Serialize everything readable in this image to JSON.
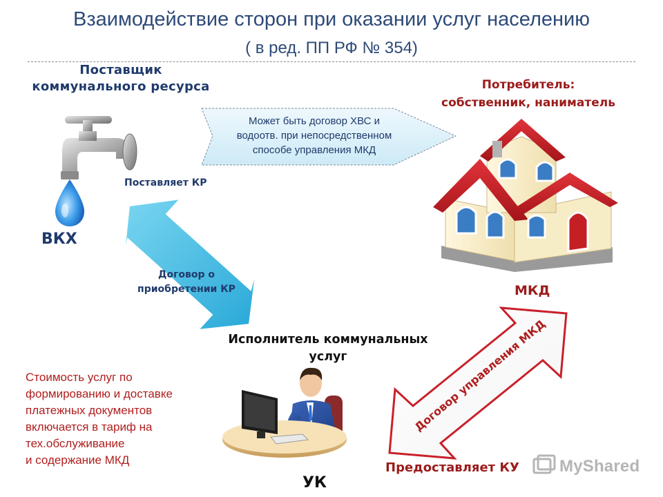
{
  "title": "Взаимодействие сторон при оказании услуг населению",
  "subtitle": "( в ред. ПП РФ № 354)",
  "supplier": {
    "line1": "Поставщик",
    "line2": "коммунального ресурса",
    "abbr": "ВКХ"
  },
  "consumer": {
    "line1": "Потребитель:",
    "line2": "собственник, наниматель",
    "building": "МКД"
  },
  "callout": {
    "line1": "Может быть договор ХВС и",
    "line2": "водоотв. при непосредственном",
    "line3": "способе управления МКД"
  },
  "supplies_kr": "Поставляет КР",
  "contract_kr": {
    "line1": "Договор о",
    "line2": "приобретении КР"
  },
  "executor": {
    "line1": "Исполнитель коммунальных",
    "line2": "услуг",
    "abbr": "УК"
  },
  "cost_note": {
    "line1": "Стоимость услуг по",
    "line2": "формированию и доставке",
    "line3": "платежных документов",
    "line4": "включается в тариф на",
    "line5": "тех.обслуживание",
    "line6": "и содержание МКД"
  },
  "mgmt_contract": "Договор управления МКД",
  "provides_ku": "Предоставляет КУ",
  "watermark": "MyShared",
  "colors": {
    "title": "#2e4a78",
    "blue_text": "#1f3a6b",
    "red_text": "#9b1b1b",
    "note_red": "#b01e1e",
    "arrow_blue": "#4fc4e6",
    "roof_red": "#c9202a",
    "wall_cream": "#fbf1cf"
  },
  "icons": [
    "water-tap-icon",
    "water-drop-icon",
    "house-icon",
    "office-worker-icon"
  ]
}
